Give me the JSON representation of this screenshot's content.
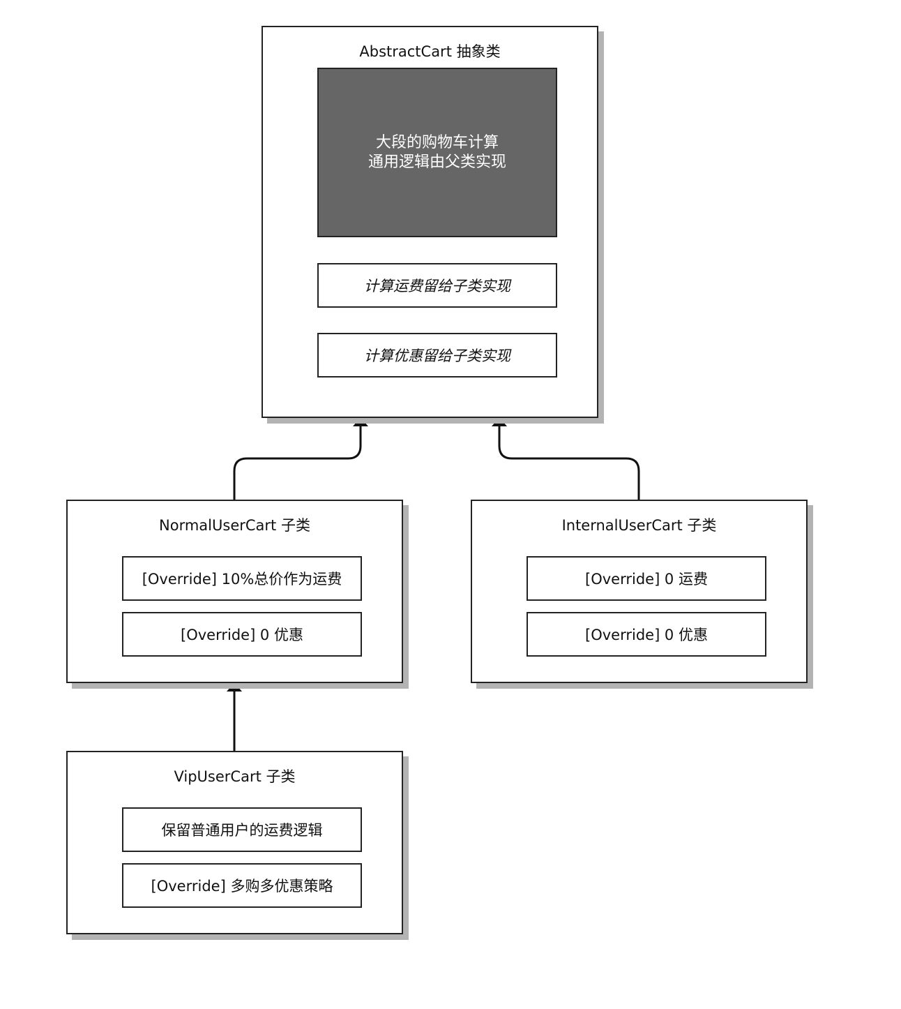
{
  "abstract_cart": {
    "title": "AbstractCart 抽象类",
    "common_logic_line1": "大段的购物车计算",
    "common_logic_line2": "通用逻辑由父类实现",
    "methods": [
      "计算运费留给子类实现",
      "计算优惠留给子类实现"
    ]
  },
  "normal_user_cart": {
    "title": "NormalUserCart 子类",
    "methods": [
      "[Override] 10%总价作为运费",
      "[Override] 0 优惠"
    ]
  },
  "internal_user_cart": {
    "title": "InternalUserCart 子类",
    "methods": [
      "[Override] 0 运费",
      "[Override] 0 优惠"
    ]
  },
  "vip_user_cart": {
    "title": "VipUserCart 子类",
    "methods": [
      "保留普通用户的运费逻辑",
      "[Override] 多购多优惠策略"
    ]
  }
}
